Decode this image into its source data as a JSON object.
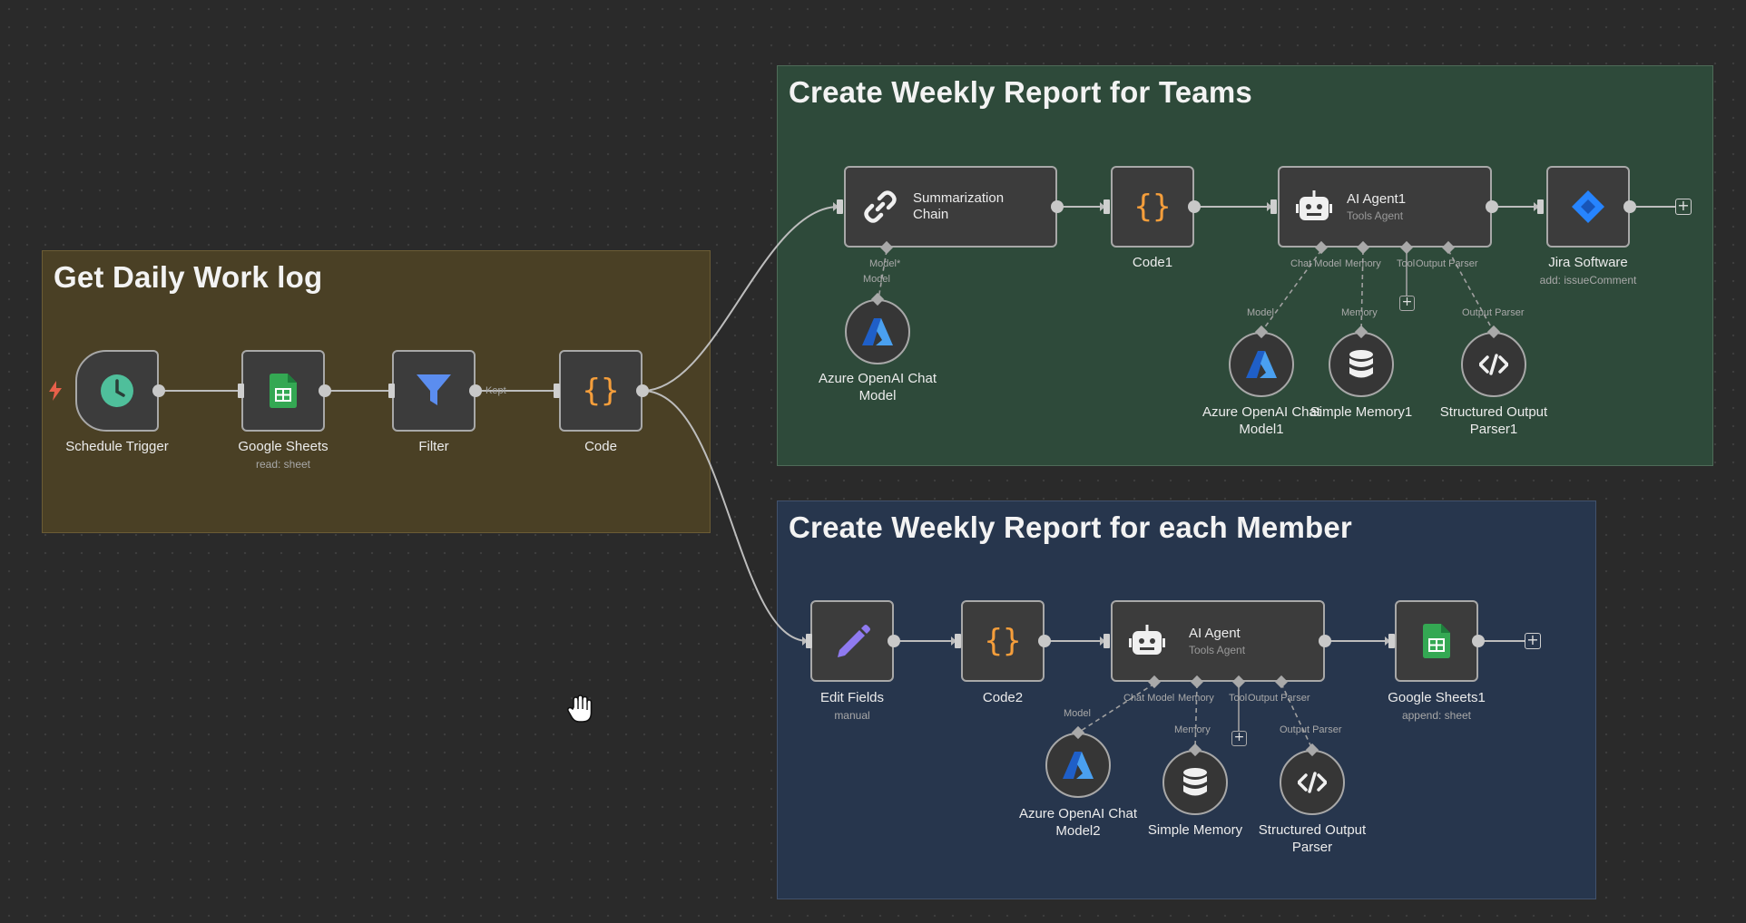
{
  "colors": {
    "canvas": "#2a2a2a",
    "group_daily": "#4a4025",
    "group_teams": "#2e4a3a",
    "group_members": "#27364d",
    "node_bg": "#3c3c3c",
    "edge": "#bdbdbd",
    "trigger_bolt": "#e8604a",
    "clock": "#4fbf9b",
    "sheets": "#34a853",
    "filter": "#5b8def",
    "code": "#f59e3b",
    "azure": "#2f6fd6",
    "jira": "#2684ff",
    "edit": "#8f7af0"
  },
  "groups": {
    "daily": {
      "title": "Get Daily Work log"
    },
    "teams": {
      "title": "Create Weekly Report for Teams"
    },
    "members": {
      "title": "Create Weekly Report for each Member"
    }
  },
  "nodes": {
    "schedule_trigger": {
      "name": "Schedule Trigger",
      "icon": "clock-icon"
    },
    "google_sheets": {
      "name": "Google Sheets",
      "subtitle": "read: sheet",
      "icon": "sheets-icon"
    },
    "filter": {
      "name": "Filter",
      "icon": "filter-icon",
      "output_label": "Kept"
    },
    "code": {
      "name": "Code",
      "icon": "code-icon"
    },
    "summarization_chain": {
      "line1": "Summarization",
      "line2": "Chain",
      "icon": "link-icon",
      "model_port": "Model*"
    },
    "code1": {
      "name": "Code1",
      "icon": "code-icon"
    },
    "ai_agent1": {
      "name": "AI Agent1",
      "subtitle": "Tools Agent",
      "icon": "robot-icon",
      "ports": {
        "chat_model": "Chat Model",
        "memory": "Memory",
        "tool": "Tool",
        "output_parser": "Output Parser"
      }
    },
    "jira_software": {
      "name": "Jira Software",
      "subtitle": "add: issueComment",
      "icon": "jira-icon"
    },
    "azure_chat_model": {
      "line1": "Azure OpenAI Chat",
      "line2": "Model",
      "port": "Model",
      "icon": "azure-icon"
    },
    "azure_chat_model1": {
      "line1": "Azure OpenAI Chat",
      "line2": "Model1",
      "port": "Model",
      "icon": "azure-icon"
    },
    "simple_memory1": {
      "name": "Simple Memory1",
      "port": "Memory",
      "icon": "database-icon"
    },
    "structured_parser1": {
      "line1": "Structured Output",
      "line2": "Parser1",
      "port": "Output Parser",
      "icon": "code-tag-icon"
    },
    "edit_fields": {
      "name": "Edit Fields",
      "subtitle": "manual",
      "icon": "pencil-icon"
    },
    "code2": {
      "name": "Code2",
      "icon": "code-icon"
    },
    "ai_agent": {
      "name": "AI Agent",
      "subtitle": "Tools Agent",
      "icon": "robot-icon",
      "ports": {
        "chat_model": "Chat Model",
        "memory": "Memory",
        "tool": "Tool",
        "output_parser": "Output Parser"
      }
    },
    "google_sheets1": {
      "name": "Google Sheets1",
      "subtitle": "append: sheet",
      "icon": "sheets-icon"
    },
    "azure_chat_model2": {
      "line1": "Azure OpenAI Chat",
      "line2": "Model2",
      "port": "Model",
      "icon": "azure-icon"
    },
    "simple_memory": {
      "name": "Simple Memory",
      "port": "Memory",
      "icon": "database-icon"
    },
    "structured_parser": {
      "line1": "Structured Output",
      "line2": "Parser",
      "port": "Output Parser",
      "icon": "code-tag-icon"
    }
  },
  "buttons": {
    "add": "+"
  }
}
